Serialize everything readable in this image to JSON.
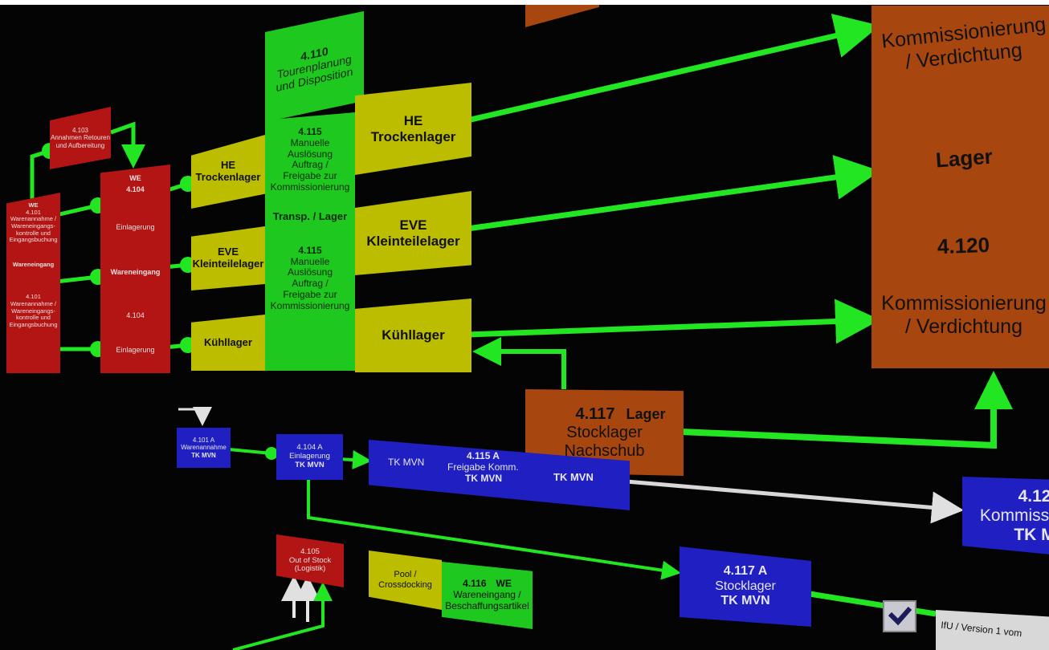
{
  "diagram": {
    "title": "Prozesslandkarte Lager / Kommissionierung",
    "colors": {
      "background": "#040404",
      "red": "#b31414",
      "yellow": "#bdbd00",
      "green": "#1ec81e",
      "orange": "#a8460f",
      "blue": "#1f1fc2",
      "connector": "#22e622",
      "connector_alt": "#d8d8d8"
    },
    "nodes": {
      "n4103": {
        "lines": [
          "4.103",
          "Annahmen Retouren",
          "und Aufbereitung"
        ]
      },
      "n4101": {
        "lines": [
          "WE",
          "4.101",
          "Warenannahme /",
          "Wareneingangs-",
          "kontrolle und",
          "Eingangsbuchung",
          "Wareneingang",
          "4.101",
          "Warenannahme /",
          "Wareneingangs-",
          "kontrolle und",
          "Eingangsbuchung"
        ]
      },
      "n4104": {
        "lines": [
          "WE",
          "4.104",
          "Einlagerung",
          "Wareneingang",
          "4.104",
          "Einlagerung"
        ]
      },
      "n4110": {
        "lines": [
          "4.110",
          "Tourenplanung",
          "und Disposition"
        ]
      },
      "he_left": {
        "lines": [
          "HE",
          "Trockenlager"
        ]
      },
      "eve_left": {
        "lines": [
          "EVE",
          "Kleinteilelager"
        ]
      },
      "kuehl_left": {
        "lines": [
          "Kühllager"
        ]
      },
      "n4115": {
        "lines": [
          "4.115",
          "Manuelle",
          "Auslösung",
          "Auftrag /",
          "Freigabe zur",
          "Kommissionierung",
          "Transp. / Lager",
          "4.115",
          "Manuelle",
          "Auslösung",
          "Auftrag /",
          "Freigabe zur",
          "Kommissionierung"
        ]
      },
      "he_right": {
        "lines": [
          "HE",
          "Trockenlager"
        ]
      },
      "eve_right": {
        "lines": [
          "EVE",
          "Kleinteilelager"
        ]
      },
      "kuehl_right": {
        "lines": [
          "Kühllager"
        ]
      },
      "n4120": {
        "lines": [
          "Kommissionierung",
          "/ Verdichtung",
          "Lager",
          "4.120",
          "Kommissionierung",
          "/ Verdichtung"
        ]
      },
      "n4117": {
        "lines": [
          "4.117",
          "Lager",
          "Stocklager",
          "Nachschub"
        ]
      },
      "n4101a": {
        "lines": [
          "4.101 A",
          "Warenannahme",
          "TK MVN"
        ]
      },
      "n4104a": {
        "lines": [
          "4.104 A",
          "Einlagerung",
          "TK MVN"
        ]
      },
      "n4115a": {
        "lines": [
          "TK MVN",
          "4.115 A",
          "Freigabe Komm.",
          "TK MVN",
          "TK MVN"
        ]
      },
      "n412a": {
        "lines": [
          "4.12",
          "Kommiss",
          "TK M"
        ]
      },
      "n4117a": {
        "lines": [
          "4.117 A",
          "Stocklager",
          "TK MVN"
        ]
      },
      "n4105": {
        "lines": [
          "4.105",
          "Out of Stock",
          "(Logistik)"
        ]
      },
      "pool": {
        "lines": [
          "Pool /",
          "Crossdocking"
        ]
      },
      "n4116": {
        "lines": [
          "4.116",
          "WE",
          "Wareneingang /",
          "Beschaffungsartikel"
        ]
      }
    },
    "footer": {
      "version_label": "IfU /  Version 1 vom",
      "check_icon": "checkmark-icon"
    }
  }
}
